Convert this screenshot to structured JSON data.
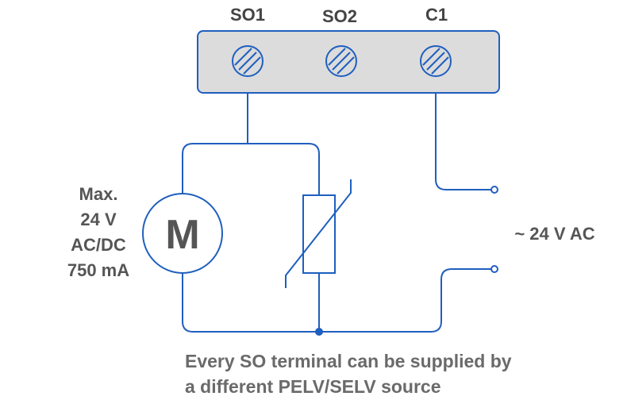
{
  "colors": {
    "wire": "#1f5fbf",
    "terminal_block_fill": "#dcdcdc",
    "text_dark": "#444444",
    "text_gray": "#6a6a6a"
  },
  "terminals": [
    {
      "label": "SO1"
    },
    {
      "label": "SO2"
    },
    {
      "label": "C1"
    }
  ],
  "motor": {
    "symbol": "M",
    "spec_lines": [
      "Max.",
      "24 V",
      "AC/DC",
      "750 mA"
    ]
  },
  "supply": {
    "label": "~ 24 V AC"
  },
  "note": {
    "lines": [
      "Every SO terminal can be supplied by",
      "a different PELV/SELV source"
    ]
  },
  "icons": [
    "screw-terminal-icon",
    "motor-icon",
    "varistor-icon"
  ]
}
